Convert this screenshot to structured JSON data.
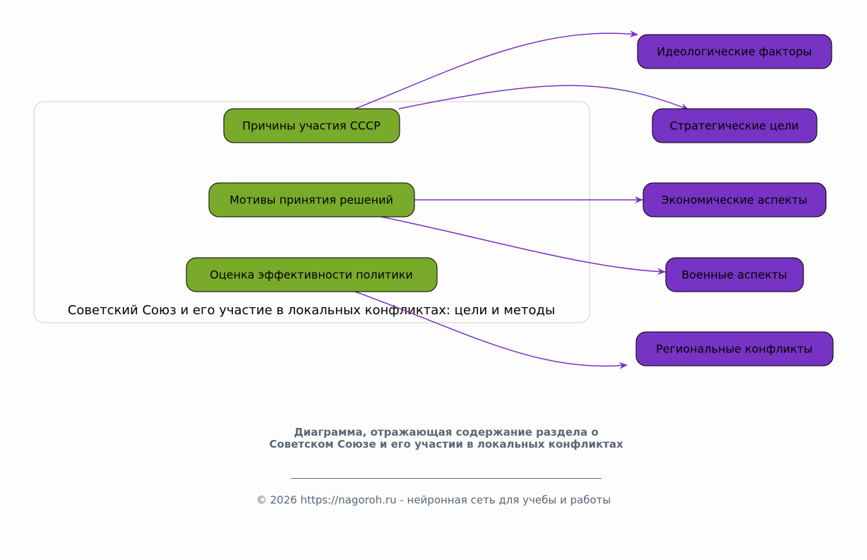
{
  "cluster": {
    "label": "Советский Союз и его участие в локальных конфликтах: цели и методы"
  },
  "source_nodes": [
    {
      "label": "Причины участия СССР"
    },
    {
      "label": "Мотивы принятия решений"
    },
    {
      "label": "Оценка эффективности политики"
    }
  ],
  "target_nodes": [
    {
      "label": "Идеологические факторы"
    },
    {
      "label": "Стратегические цели"
    },
    {
      "label": "Экономические аспекты"
    },
    {
      "label": "Военные аспекты"
    },
    {
      "label": "Региональные конфликты"
    }
  ],
  "edges": [
    {
      "from": "Причины участия СССР",
      "to": "Идеологические факторы"
    },
    {
      "from": "Причины участия СССР",
      "to": "Стратегические цели"
    },
    {
      "from": "Мотивы принятия решений",
      "to": "Экономические аспекты"
    },
    {
      "from": "Мотивы принятия решений",
      "to": "Военные аспекты"
    },
    {
      "from": "Оценка эффективности политики",
      "to": "Региональные конфликты"
    }
  ],
  "colors": {
    "source": "#7aaa2a",
    "target": "#7733c4",
    "edge": "#7733c4"
  },
  "caption": {
    "title": "Диаграмма, отражающая содержание раздела о Советском Союзе и его участии в локальных конфликтах",
    "footer": "© 2026 https://nagoroh.ru - нейронная сеть для учебы и работы"
  }
}
